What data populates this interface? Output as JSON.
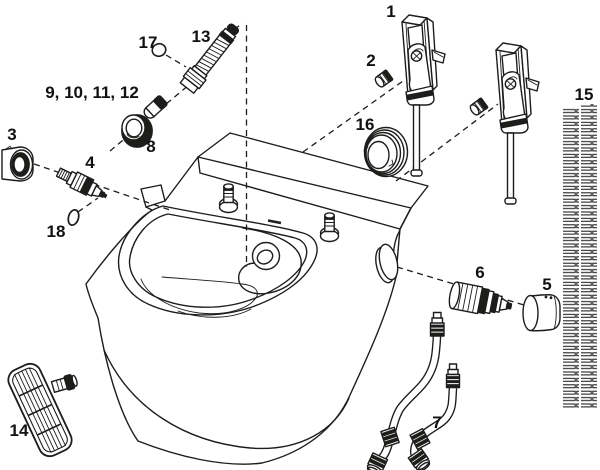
{
  "figure": {
    "kind": "exploded-parts-diagram",
    "depicted_object": "wall-hung shower toilet bowl with mounting and water parts",
    "colors": {
      "line": "#1d1d1b",
      "background": "#ffffff"
    }
  },
  "labels": {
    "part1": "1",
    "part2": "2",
    "part3": "3",
    "part4": "4",
    "part5": "5",
    "part6": "6",
    "part7": "7",
    "part8": "8",
    "part9_12": "9, 10, 11, 12",
    "part13": "13",
    "part14": "14",
    "part15": "15",
    "part16": "16",
    "part17": "17",
    "part18": "18"
  },
  "parts_semantics": [
    {
      "label": "1",
      "name": "wall-mounting-bracket-with-threaded-rod"
    },
    {
      "label": "2",
      "name": "fastening-nut"
    },
    {
      "label": "3",
      "name": "valve-cover-cap-left"
    },
    {
      "label": "4",
      "name": "valve-cartridge-left"
    },
    {
      "label": "5",
      "name": "valve-cover-cap-right"
    },
    {
      "label": "6",
      "name": "valve-cartridge-right"
    },
    {
      "label": "7",
      "name": "flexible-connection-hoses"
    },
    {
      "label": "8",
      "name": "rubber-grommet-seal"
    },
    {
      "label": "9, 10, 11, 12",
      "name": "nozzle-insert-set"
    },
    {
      "label": "13",
      "name": "braided-shower-hose"
    },
    {
      "label": "14",
      "name": "vent-grille-with-stem"
    },
    {
      "label": "15",
      "name": "corrugated-sealing-strips"
    },
    {
      "label": "16",
      "name": "corrugated-sealing-ring"
    },
    {
      "label": "17",
      "name": "o-ring-small"
    },
    {
      "label": "18",
      "name": "o-ring"
    }
  ]
}
